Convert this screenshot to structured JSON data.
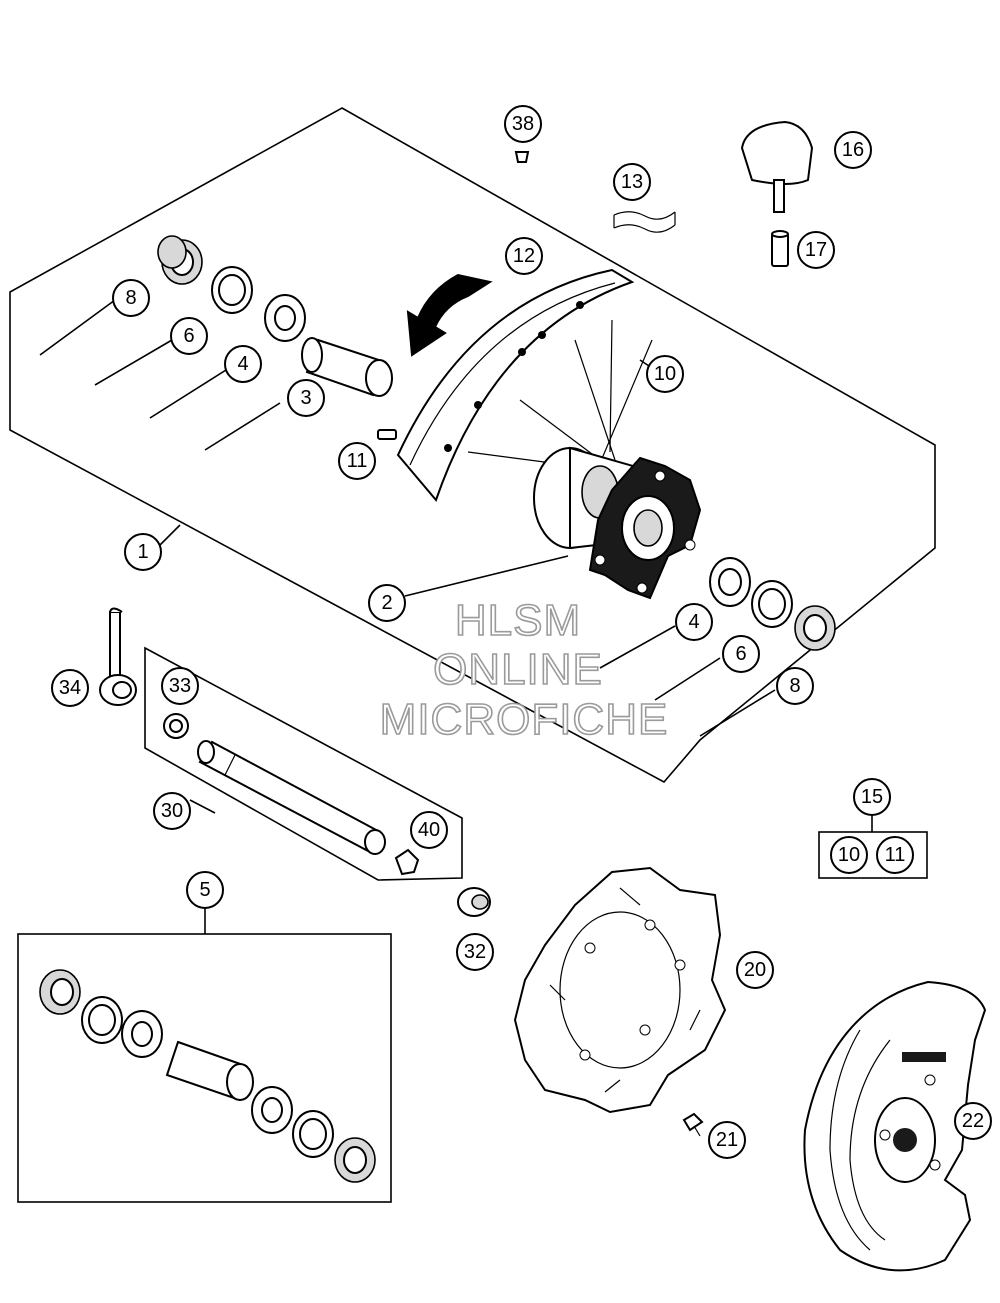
{
  "callouts": {
    "c1": "1",
    "c2": "2",
    "c3": "3",
    "c4a": "4",
    "c4b": "4",
    "c5": "5",
    "c6a": "6",
    "c6b": "6",
    "c8a": "8",
    "c8b": "8",
    "c10a": "10",
    "c10b": "10",
    "c11a": "11",
    "c11b": "11",
    "c12": "12",
    "c13": "13",
    "c15": "15",
    "c16": "16",
    "c17": "17",
    "c20": "20",
    "c21": "21",
    "c22": "22",
    "c30": "30",
    "c32": "32",
    "c33": "33",
    "c34": "34",
    "c38": "38",
    "c40": "40"
  },
  "watermark": {
    "line1": "HLSM",
    "line2": "ONLINE",
    "line3": "MICROFICHE"
  }
}
